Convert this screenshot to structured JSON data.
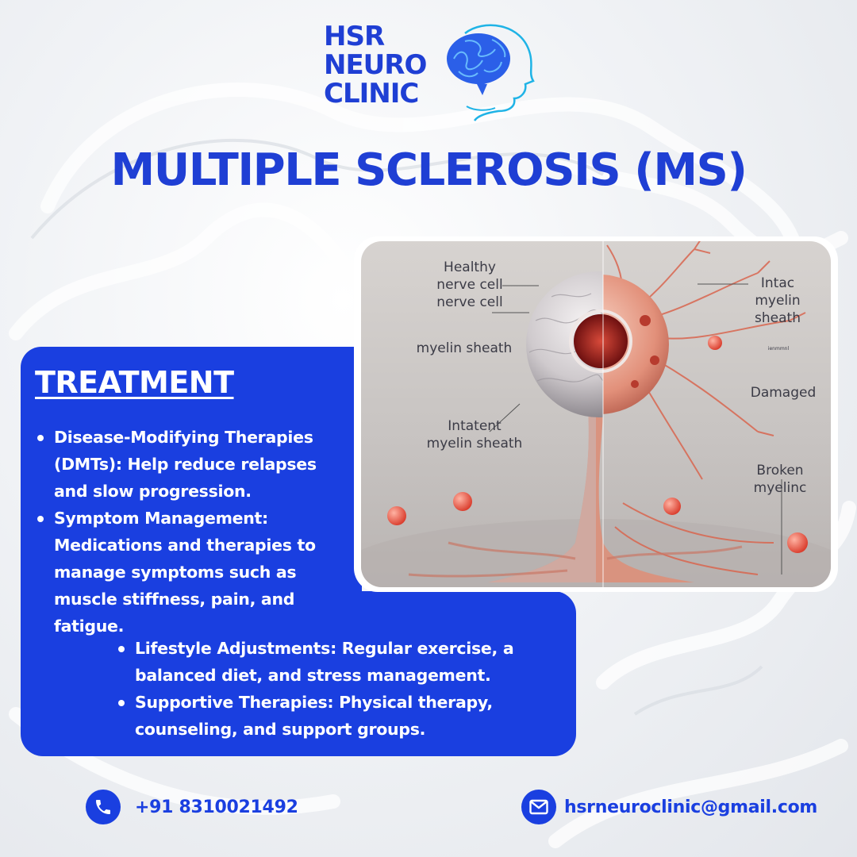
{
  "brand": {
    "logo_lines": [
      "HSR",
      "NEURO",
      "CLINIC"
    ],
    "logo_icon": "brain-head-icon",
    "primary_color": "#1a3fe0"
  },
  "title": "MULTIPLE SCLEROSIS (MS)",
  "treatment": {
    "heading": "TREATMENT",
    "items": [
      "Disease-Modifying Therapies (DMTs): Help reduce relapses and slow progression.",
      "Symptom Management: Medications and therapies to manage symptoms such as muscle stiffness, pain, and fatigue.",
      "Lifestyle Adjustments: Regular exercise, a balanced diet, and stress management.",
      "Supportive Therapies: Physical therapy, counseling, and support groups."
    ]
  },
  "illustration": {
    "labels": {
      "healthy_nerve_cell": "Healthy\nnerve cell\nnerve cell",
      "myelin_sheath": "myelin sheath",
      "intatent_sheath": "Intatent\nmyelin sheath",
      "intact_sheath": "Intac\nmyelin\nsheath",
      "tiny_caption": "ienmmnl",
      "damaged": "Damaged",
      "broken": "Broken\nmyelinc"
    }
  },
  "contact": {
    "phone": "+91 8310021492",
    "phone_icon": "phone-icon",
    "email": "hsrneuroclinic@gmail.com",
    "email_icon": "mail-icon"
  }
}
